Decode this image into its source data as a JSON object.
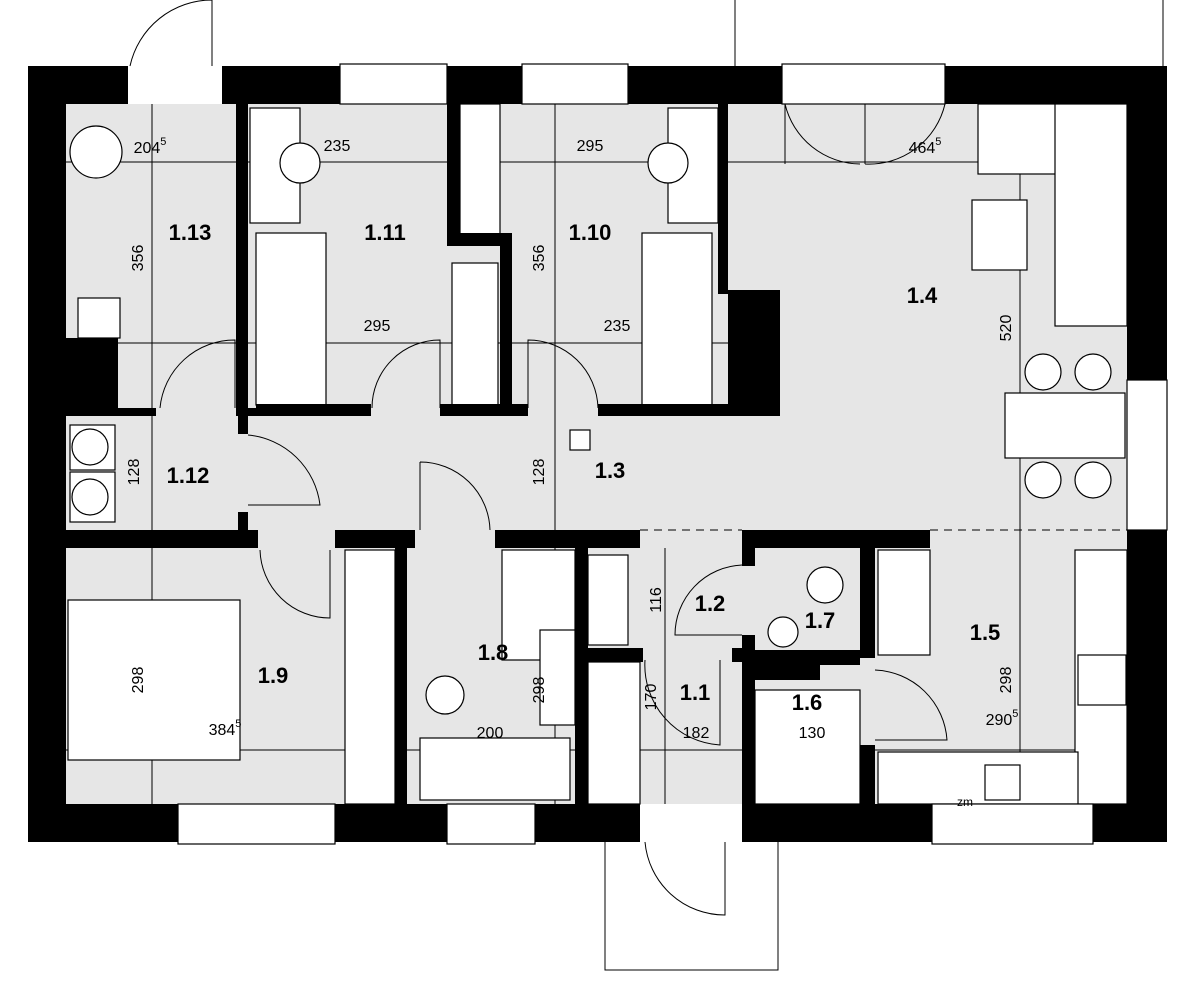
{
  "plan": {
    "rooms": [
      {
        "id": "1.13",
        "label": "1.13"
      },
      {
        "id": "1.11",
        "label": "1.11"
      },
      {
        "id": "1.10",
        "label": "1.10"
      },
      {
        "id": "1.4",
        "label": "1.4"
      },
      {
        "id": "1.3",
        "label": "1.3"
      },
      {
        "id": "1.12",
        "label": "1.12"
      },
      {
        "id": "1.9",
        "label": "1.9"
      },
      {
        "id": "1.8",
        "label": "1.8"
      },
      {
        "id": "1.2",
        "label": "1.2"
      },
      {
        "id": "1.7",
        "label": "1.7"
      },
      {
        "id": "1.1",
        "label": "1.1"
      },
      {
        "id": "1.6",
        "label": "1.6"
      },
      {
        "id": "1.5",
        "label": "1.5"
      }
    ],
    "dimensions": {
      "r113_width": "204",
      "r113_width_sup": "5",
      "r111_top": "235",
      "r110_top": "295",
      "r14_width": "464",
      "r14_width_sup": "5",
      "r113_depth": "356",
      "r110_depth": "356",
      "r111_bottom": "295",
      "r110_bottom": "235",
      "r14_depth": "520",
      "r112_depth": "128",
      "r13_depth": "128",
      "r12_depth": "116",
      "r19_depth": "298",
      "r19_width": "384",
      "r19_width_sup": "5",
      "r18_depth": "298",
      "r18_width": "200",
      "r11_depth": "170",
      "r11_width": "182",
      "r16_width": "130",
      "r15_depth": "298",
      "r15_width": "290",
      "r15_width_sup": "5",
      "kitchen_note": "zm"
    },
    "colors": {
      "wall": "#000000",
      "floor": "#e6e6e6",
      "furniture": "#ffffff"
    }
  }
}
